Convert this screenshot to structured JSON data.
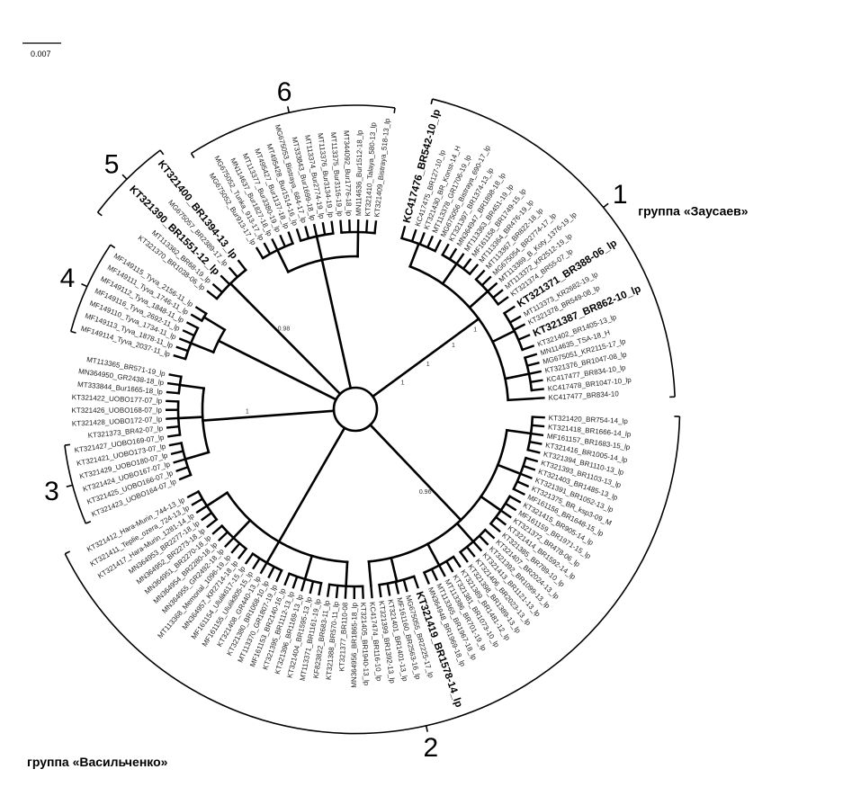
{
  "scale_bar": {
    "label": "0.007"
  },
  "groups": {
    "zausaev": "группа «Заусаев»",
    "vasilchenko": "группа «Васильченко»"
  },
  "clade_numbers": {
    "c1": "1",
    "c2": "2",
    "c3": "3",
    "c4": "4",
    "c5": "5",
    "c6": "6"
  },
  "support_values": {
    "s1": "1",
    "s2": "1",
    "s3": "1",
    "s4": "1",
    "s5": "0.98",
    "s6": "0.96",
    "s7": "1"
  },
  "taxa": {
    "clade_1": [
      {
        "label": "KC417476_BR542-10_lp",
        "bold": true
      },
      {
        "label": "KC417475_BR127-10_lp"
      },
      {
        "label": "KT321430_BR_Konst-14_H"
      },
      {
        "label": "MT113378_GR1706-19_lp"
      },
      {
        "label": "MG675056_Bistraya_690-17_lp"
      },
      {
        "label": "KT321397_BR1374-13_lp"
      },
      {
        "label": "MN364947_BR1898-18_lp"
      },
      {
        "label": "MT113363_BR451-19_lp"
      },
      {
        "label": "MF161158_BR1749-15_lp"
      },
      {
        "label": "MT113364_BR476-19_lp"
      },
      {
        "label": "MT113367_BR822-18_lp"
      },
      {
        "label": "MG675054_BR2774-17_lp"
      },
      {
        "label": "MT113369_B_Koty_1376-19_lp"
      },
      {
        "label": "MT113372_KR2512-19_lp"
      },
      {
        "label": "KT321374_BR55-07_lp"
      },
      {
        "label": "KT321371_BR388-06_lp",
        "bold": true
      },
      {
        "label": "MT113373_KR2682-19_lp"
      },
      {
        "label": "KT321378_BR549-08_lp"
      },
      {
        "label": "KT321387_BR862-10_lp",
        "bold": true
      },
      {
        "label": "KT321402_BR1405-13_lp"
      },
      {
        "label": "MN114635_TSA-18_H"
      },
      {
        "label": "MG675051_KR2115-17_lp"
      },
      {
        "label": "KT321376_BR1047-08_lp"
      },
      {
        "label": "KC417477_BR834-10_lp"
      },
      {
        "label": "KC417478_BR1047-10_lp"
      },
      {
        "label": "KC417477_BR834-10"
      }
    ],
    "clade_2_right": [
      {
        "label": "KT321420_BR754-14_lp"
      },
      {
        "label": "KT321418_BR1666-14_lp"
      },
      {
        "label": "MF161157_BR1683-15_lp"
      },
      {
        "label": "KT321416_BR1005-14_lp"
      },
      {
        "label": "KT321394_BR1110-13_lp"
      },
      {
        "label": "KT321393_BR1103-13_lp"
      },
      {
        "label": "KT321403_BR1485-13_lp"
      },
      {
        "label": "KT321391_BR1052-13_lp"
      },
      {
        "label": "KT321375_BR_ksp3-09_M"
      },
      {
        "label": "MF161156_BR1648-15_lp"
      },
      {
        "label": "KT321415_BR905-14_lp"
      },
      {
        "label": "MF161159_BR1971-15_lp"
      },
      {
        "label": "KT321372_BR478-06_lp"
      },
      {
        "label": "KT321414_BR1592-14_lp"
      },
      {
        "label": "KT321385_BR789-10_lp"
      },
      {
        "label": "KT321407_BR2024-13_lp"
      },
      {
        "label": "KT321392_BR1099-13_lp"
      },
      {
        "label": "KT321413_BR1121-13_lp"
      },
      {
        "label": "KT321406_BR2023-13_lp"
      },
      {
        "label": "KT321398_BR1389-13_lp"
      },
      {
        "label": "KT321389_BR1481-12_lp"
      },
      {
        "label": "KT321381_BR1073-10_lp"
      },
      {
        "label": "MT113386_BR701-19_lp"
      },
      {
        "label": "MT113365_BR1967-18_lp"
      },
      {
        "label": "MN364948_BR1969-18_lp"
      },
      {
        "label": "KT321419_BR1578-14_lp",
        "bold": true
      },
      {
        "label": "MG675055_BR2225-17_lp"
      },
      {
        "label": "MF161160_BR2563-16_lp"
      },
      {
        "label": "KT321401_BR1401-13_lp"
      },
      {
        "label": "KT321399_BR1392-13_lp"
      },
      {
        "label": "KC417474_BR116-10_lp"
      }
    ],
    "clade_2_left": [
      {
        "label": "KT321405_BR1940-13_lp"
      },
      {
        "label": "MN364956_BR1865-18_lp"
      },
      {
        "label": "KT321377_BR110-08"
      },
      {
        "label": "KT321388_BR570-11_lp"
      },
      {
        "label": "KF823822_BR683-11_lp"
      },
      {
        "label": "MT113371_BR1161-19_lp"
      },
      {
        "label": "KT321404_BR1595-13_lp"
      },
      {
        "label": "KT321396_BR1169-13_lp"
      },
      {
        "label": "KT321395_BR1112-13_lp"
      },
      {
        "label": "MF161153_BR2140-16_lp"
      },
      {
        "label": "MT113370_GR1807-19_lp"
      },
      {
        "label": "KT321380_BR1068-10_lp"
      },
      {
        "label": "KT321408_GR440-13_lp"
      },
      {
        "label": "MF161155_Ululik805-15_lp"
      },
      {
        "label": "MF161154_Ululik617-15_lp"
      },
      {
        "label": "MN364957_KR2714-18_lp"
      },
      {
        "label": "MT113368_Memorial_1096-19_lp"
      },
      {
        "label": "MN364955_GR2492-18_lp"
      },
      {
        "label": "MN364954_BR2280-18_lp"
      },
      {
        "label": "MN364951_BR2270-18_lp"
      },
      {
        "label": "MN364952_BR2273-18_lp"
      },
      {
        "label": "MN364953_BR2277-18_lp"
      },
      {
        "label": "KT321417_Hara-Murin_1281-14_lp"
      },
      {
        "label": "KT321411_Teplie_ozera_724-13_lp"
      },
      {
        "label": "KT321412_Hara-Murin_744-13_lp"
      }
    ],
    "clade_3_area": [
      {
        "label": "MT113365_BR571-19_lp"
      },
      {
        "label": "MN364950_GR2438-18_lp"
      },
      {
        "label": "MT333844_Bur1665-18_lp"
      },
      {
        "label": "KT321422_UOBO177-07_lp"
      },
      {
        "label": "KT321426_UOBO168-07_lp"
      },
      {
        "label": "KT321428_UOBO172-07_lp"
      },
      {
        "label": "KT321373_BR42-07_lp"
      },
      {
        "label": "KT321427_UOBO169-07_lp"
      },
      {
        "label": "KT321421_UOBO173-07_lp"
      },
      {
        "label": "KT321429_UOBO180-07_lp"
      },
      {
        "label": "KT321424_UOBO167-07_lp"
      },
      {
        "label": "KT321425_UOBO166-07_lp"
      },
      {
        "label": "KT321423_UOBO164-07_lp"
      }
    ],
    "clade_4": [
      {
        "label": "MF149114_Tyva_2037-11_lp"
      },
      {
        "label": "MF149113_Tyva_1878-11_lp"
      },
      {
        "label": "MF149110_Tyva_1734-11_lp"
      },
      {
        "label": "MF149116_Tyva_2692-11_lp"
      },
      {
        "label": "MF149112_Tyva_1848-11_lp"
      },
      {
        "label": "MF149111_Tyva_1746-11_lp"
      },
      {
        "label": "MF149115_Tyva_2156-11_lp"
      }
    ],
    "clade_5": [
      {
        "label": "KT321370_BR1038-06_lp"
      },
      {
        "label": "MT113362_BR68-19_lp"
      },
      {
        "label": "KT321390_BR1551-12_lp",
        "bold": true
      },
      {
        "label": "MG675057_BR2389-17_lp"
      },
      {
        "label": "KT321400_BR1394-13_lp",
        "bold": true
      }
    ],
    "clade_6": [
      {
        "label": "MG675052_Bur913-17_lp"
      },
      {
        "label": "MG675052_Tunka_913-17_lp"
      },
      {
        "label": "MN114637_Bur1827-18_lp"
      },
      {
        "label": "MT113377_Bur3380-19_lp"
      },
      {
        "label": "MT495427_Bur1137-18_lp"
      },
      {
        "label": "MT495428_Bur1514-16_lp"
      },
      {
        "label": "MG675053_Bistraya_684-17_lp"
      },
      {
        "label": "MT333843_Bur1699-18_lp"
      },
      {
        "label": "MT113374_Bur2774-19_lp"
      },
      {
        "label": "MT113376_Bur3134-19_lp"
      },
      {
        "label": "MT113375_Bur3116-19_lp"
      },
      {
        "label": "MT344092_Bur1776-18_lp"
      },
      {
        "label": "MN114636_Bur1512-18_lp"
      },
      {
        "label": "KT321410_Talaya_580-13_lp"
      },
      {
        "label": "KT321409_Bistraya_518-13_lp"
      }
    ]
  }
}
